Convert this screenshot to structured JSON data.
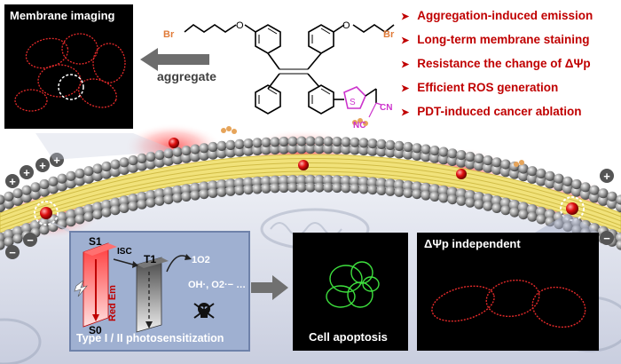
{
  "membrane_imaging": {
    "title": "Membrane imaging"
  },
  "aggregate_label": "aggregate",
  "molecule": {
    "br_left": "Br",
    "br_right": "Br",
    "o_left": "O",
    "o_right": "O",
    "s_label": "S",
    "cn_top": "CN",
    "cn_bottom": "NC"
  },
  "features": [
    "Aggregation-induced emission",
    "Long-term membrane staining",
    "Resistance the change of ΔΨp",
    "Efficient ROS generation",
    "PDT-induced cancer ablation"
  ],
  "membrane": {
    "plus": "+",
    "minus": "−"
  },
  "jablonski": {
    "s1": "S1",
    "s0": "S0",
    "t1": "T1",
    "isc": "ISC",
    "red_em": "Red Em",
    "singlet_o2": "1O2",
    "radicals": "OH·, O2·− …",
    "caption": "Type I / II photosensitization"
  },
  "apoptosis": {
    "caption": "Cell apoptosis"
  },
  "independent": {
    "title": "ΔΨp independent"
  },
  "colors": {
    "feature_red": "#c00000",
    "panel_bg": "#000000",
    "membrane_gray": "#9a9a9a",
    "core_yellow": "#e8d24a",
    "accent_orange": "#e07b39",
    "accent_magenta": "#cc33cc"
  }
}
